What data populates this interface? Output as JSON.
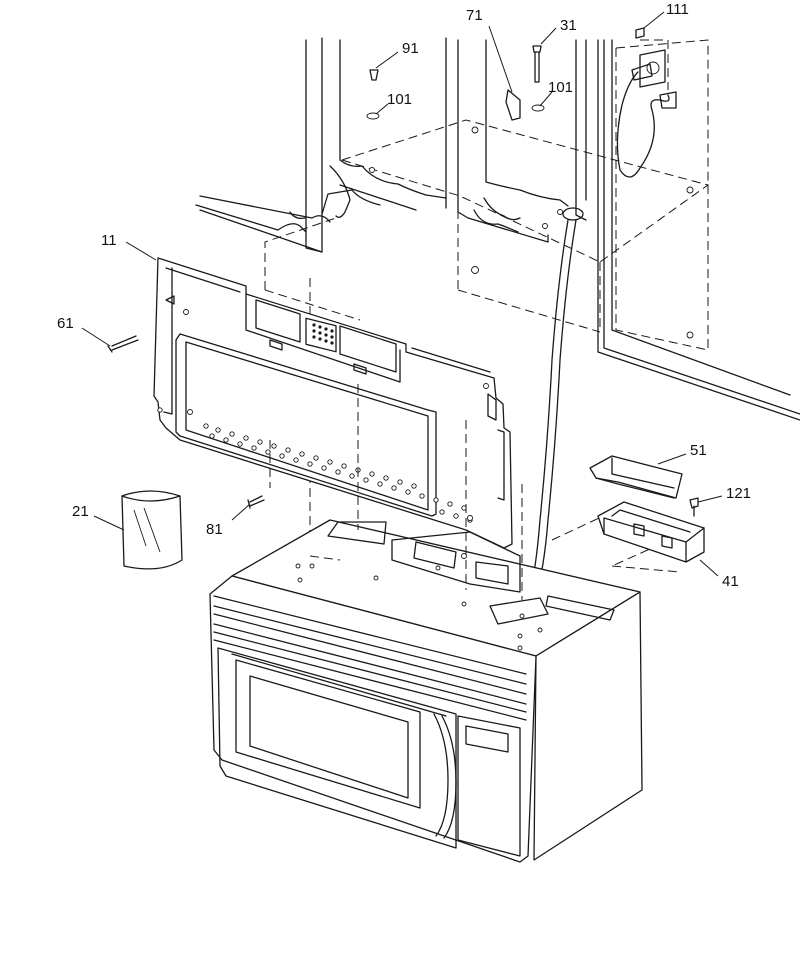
{
  "diagram": {
    "type": "exploded-parts-view",
    "callouts": {
      "c11": "11",
      "c21": "21",
      "c31": "31",
      "c41": "41",
      "c51": "51",
      "c61": "61",
      "c71": "71",
      "c81": "81",
      "c91": "91",
      "c101a": "101",
      "c101b": "101",
      "c111": "111",
      "c121": "121"
    }
  }
}
